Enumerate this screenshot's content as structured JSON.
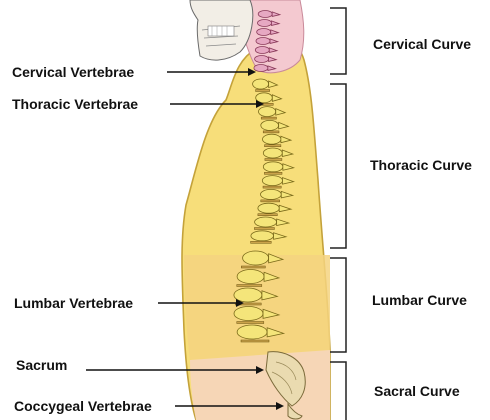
{
  "left_labels": [
    {
      "id": "cervical-vertebrae",
      "text": "Cervical Vertebrae"
    },
    {
      "id": "thoracic-vertebrae",
      "text": "Thoracic Vertebrae"
    },
    {
      "id": "lumbar-vertebrae",
      "text": "Lumbar Vertebrae"
    },
    {
      "id": "sacrum",
      "text": "Sacrum"
    },
    {
      "id": "coccygeal-vertebrae",
      "text": "Coccygeal Vertebrae"
    }
  ],
  "right_labels": [
    {
      "id": "cervical-curve",
      "text": "Cervical Curve"
    },
    {
      "id": "thoracic-curve",
      "text": "Thoracic Curve"
    },
    {
      "id": "lumbar-curve",
      "text": "Lumbar Curve"
    },
    {
      "id": "sacral-curve",
      "text": "Sacral Curve"
    }
  ],
  "colors": {
    "torso_upper": "#f7de7a",
    "torso_lower": "#f5d480",
    "pelvis_tint": "#f6d6b6",
    "neck_pink": "#f4c9d0",
    "vertebra": "#f4e57a",
    "cervical_vertebra": "#e6a8c2",
    "disc": "#caa34a"
  }
}
